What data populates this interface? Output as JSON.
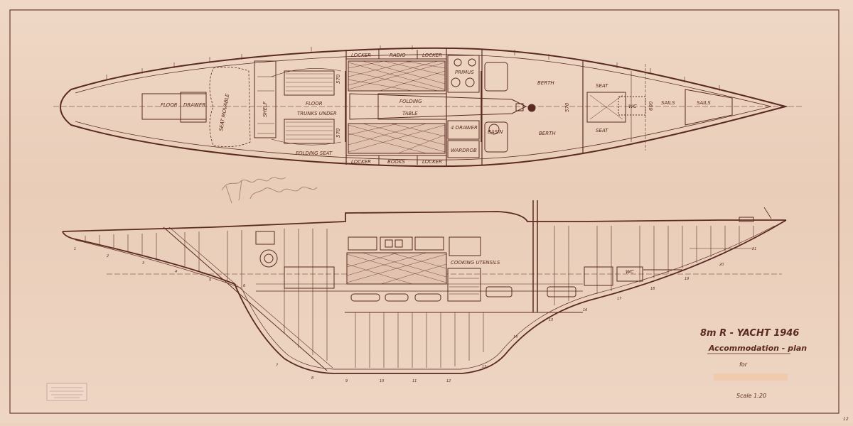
{
  "plan": {
    "labels": {
      "floor_fwd": "FLOOR",
      "drawer": "DRAWER",
      "seat_movable": "SEAT MOVABLE",
      "shelf": "SHELF",
      "floor_mid": "FLOOR",
      "trunks_under": "TRUNKS UNDER",
      "folding_seat": "FOLDING SEAT",
      "locker_1": "LOCKER",
      "radio": "RADIO",
      "locker_2": "LOCKER",
      "locker_3": "LOCKER",
      "books": "BOOKS",
      "locker_4": "LOCKER",
      "folding": "FOLDING",
      "table": "TABLE",
      "primus": "PRIMUS",
      "drawer_4": "4 DRAWER",
      "wardrobe": "WARDROB",
      "basin": "BASIN",
      "berth_1": "BERTH",
      "berth_2": "BERTH",
      "seat_1": "SEAT",
      "seat_2": "SEAT",
      "wc": "WC",
      "sails_1": "SAILS",
      "sails_2": "SAILS",
      "dim_1": "570",
      "dim_2": "570",
      "dim_3": "570",
      "dim_4": "600"
    }
  },
  "profile": {
    "labels": {
      "cooking_utensils": "COOKING UTENSILS",
      "wc": "WC"
    }
  },
  "title_block": {
    "title": "8m R - YACHT 1946",
    "subtitle": "Accommodation - plan",
    "for_label": "for",
    "scale": "Scale 1:20"
  },
  "station_numbers": [
    "1",
    "2",
    "3",
    "4",
    "5",
    "6",
    "7",
    "8",
    "9",
    "10",
    "11",
    "12",
    "13",
    "14",
    "15",
    "16",
    "17",
    "18",
    "19",
    "20",
    "21"
  ],
  "colors": {
    "paper": "#ecd3c0",
    "ink": "#5a2a22",
    "redact": "#f0c8a8"
  },
  "corner_mark": "12"
}
